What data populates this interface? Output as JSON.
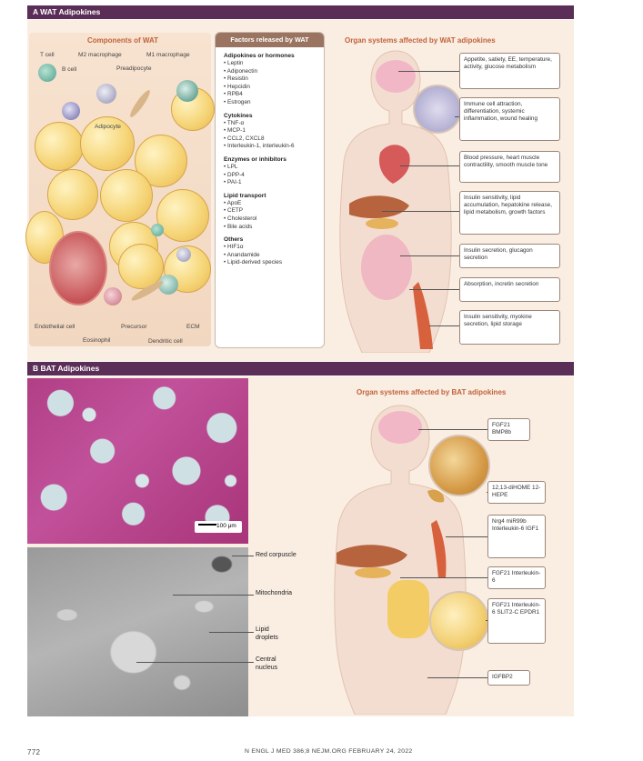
{
  "panel_a": {
    "header": "A  WAT Adipokines",
    "components_title": "Components of WAT",
    "cell_labels": {
      "t_cell": "T cell",
      "b_cell": "B cell",
      "m2": "M2 macrophage",
      "m1": "M1 macrophage",
      "preadipocyte": "Preadipocyte",
      "adipocyte": "Adipocyte",
      "endothelial": "Endothelial cell",
      "eosinophil": "Eosinophil",
      "precursor": "Precursor",
      "dendritic": "Dendritic cell",
      "ecm": "ECM"
    },
    "factors_title": "Factors released by WAT",
    "factors": [
      {
        "group": "Adipokines or hormones",
        "items": [
          "• Leptin",
          "• Adiponectin",
          "• Resistin",
          "• Hepcidin",
          "• RPB4",
          "• Estrogen"
        ]
      },
      {
        "group": "Cytokines",
        "items": [
          "• TNF-α",
          "• MCP-1",
          "• CCL2, CXCL8",
          "• Interleukin-1, interleukin-6"
        ]
      },
      {
        "group": "Enzymes or inhibitors",
        "items": [
          "• LPL",
          "• DPP-4",
          "• PAI-1"
        ]
      },
      {
        "group": "Lipid transport",
        "items": [
          "• ApoE",
          "• CETP",
          "• Cholesterol",
          "• Bile acids"
        ]
      },
      {
        "group": "Others",
        "items": [
          "• HIF1α",
          "• Anandamide",
          "• Lipid-derived species"
        ]
      }
    ],
    "organ_title": "Organ systems affected by WAT adipokines",
    "callouts": [
      "Appetite, satiety, EE, temperature, activity, glucose metabolism",
      "Immune cell attraction, differentiation, systemic inflammation, wound healing",
      "Blood pressure, heart muscle contractility, smooth muscle tone",
      "Insulin sensitivity, lipid accumulation, hepatokine release, lipid metabolism, growth factors",
      "Insulin secretion, glucagon secretion",
      "Absorption, incretin secretion",
      "Insulin sensitivity, myokine secretion, lipid storage"
    ]
  },
  "panel_b": {
    "header": "B  BAT Adipokines",
    "scale_bar": "100 μm",
    "micro_labels": {
      "red_corpuscle": "Red corpuscle",
      "mitochondria": "Mitochondria",
      "lipid_droplets": "Lipid droplets",
      "central_nucleus": "Central nucleus"
    },
    "organ_title": "Organ systems affected by BAT adipokines",
    "callouts": [
      "FGF21 BMP8b",
      "12,13-diHOME 12-HEPE",
      "Nrg4 miR99b Interleukin-6 IGF1",
      "FGF21 Interleukin-6",
      "FGF21 Interleukin-6 SLIT2-C EPDR1",
      "IGFBP2"
    ]
  },
  "footer": {
    "page_number": "772",
    "journal": "N ENGL J MED 386;8   NEJM.ORG   FEBRUARY 24, 2022"
  }
}
